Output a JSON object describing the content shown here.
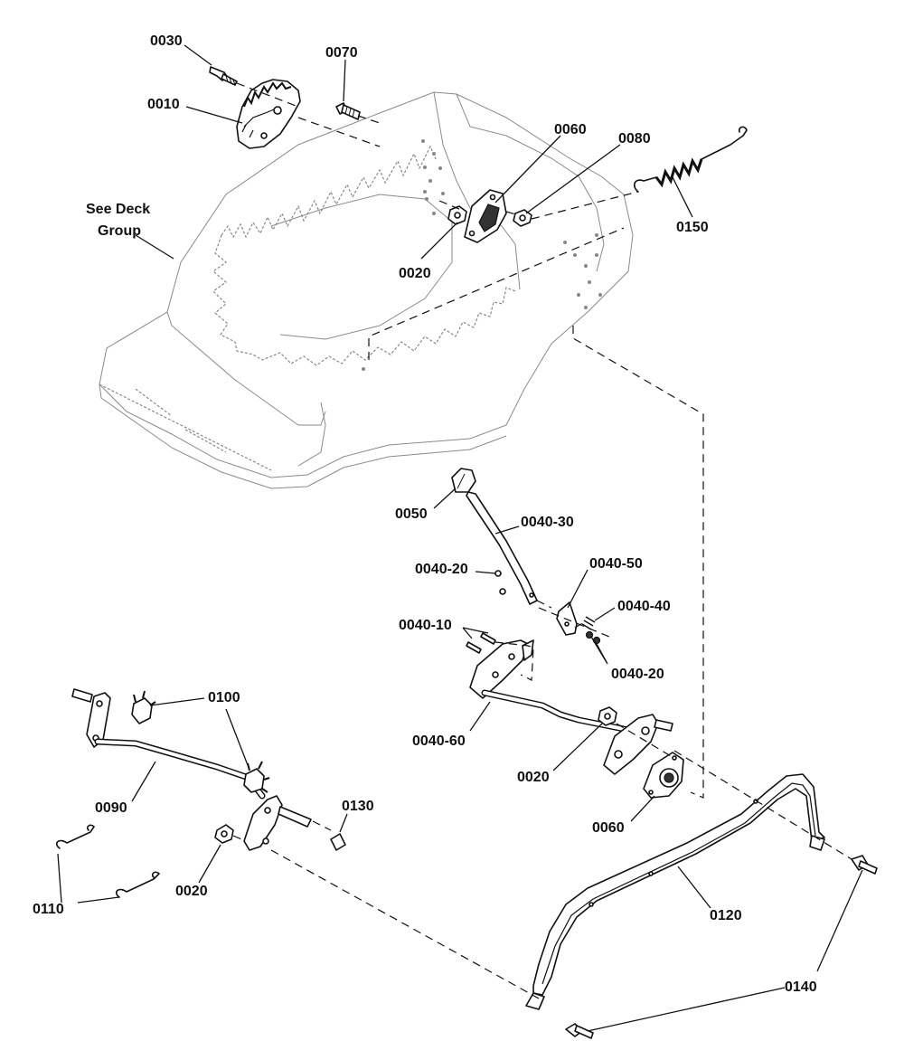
{
  "labels": {
    "c0030": "0030",
    "c0070": "0070",
    "c0010": "0010",
    "see_deck_1": "See Deck",
    "see_deck_2": "Group",
    "c0060_top": "0060",
    "c0080": "0080",
    "c0150": "0150",
    "c0020_top": "0020",
    "c0050": "0050",
    "c0040_30": "0040-30",
    "c0040_20_a": "0040-20",
    "c0040_50": "0040-50",
    "c0040_40": "0040-40",
    "c0040_10": "0040-10",
    "c0040_20_b": "0040-20",
    "c0040_60": "0040-60",
    "c0020_mid": "0020",
    "c0060_mid": "0060",
    "c0100": "0100",
    "c0090": "0090",
    "c0130": "0130",
    "c0020_low": "0020",
    "c0110": "0110",
    "c0120": "0120",
    "c0140": "0140"
  },
  "colors": {
    "line": "#111111",
    "ghost": "#8a8a8a",
    "background": "#ffffff"
  }
}
